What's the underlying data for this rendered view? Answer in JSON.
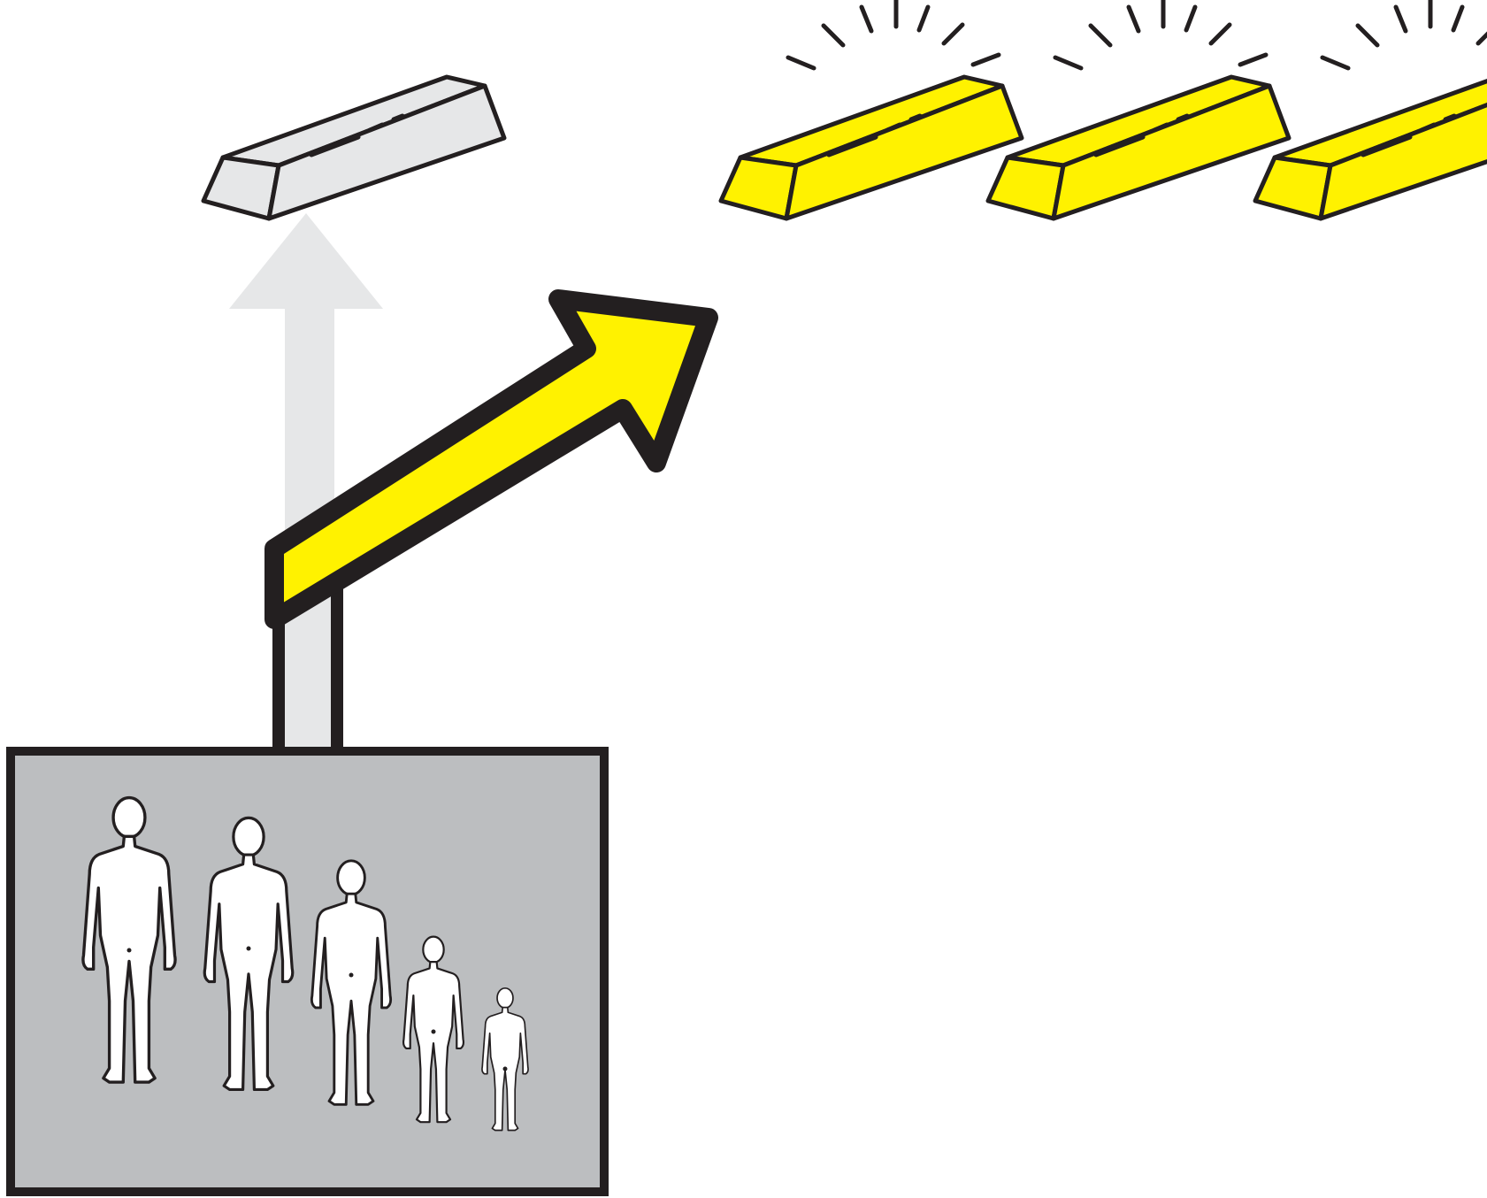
{
  "diagram": {
    "kind": "illustration",
    "text": [],
    "colors": {
      "outline": "#231f20",
      "accent_yellow": "#fff200",
      "light_gray": "#e6e7e8",
      "box_gray": "#bcbec0",
      "figure_fill": "#ffffff",
      "background": "#ffffff"
    },
    "single_gray_bar": {
      "count": 1,
      "color": "light_gray",
      "sparkle": false
    },
    "gold_bars": {
      "count": 3,
      "color": "accent_yellow",
      "sparkle": true
    },
    "family": {
      "members": [
        "adult-male",
        "adult-female",
        "teen",
        "child",
        "toddler"
      ]
    },
    "arrows": [
      {
        "id": "gray-arrow",
        "direction": "up",
        "target": "single_gray_bar"
      },
      {
        "id": "yellow-arrow",
        "direction": "up-right",
        "target": "gold_bars"
      }
    ]
  }
}
